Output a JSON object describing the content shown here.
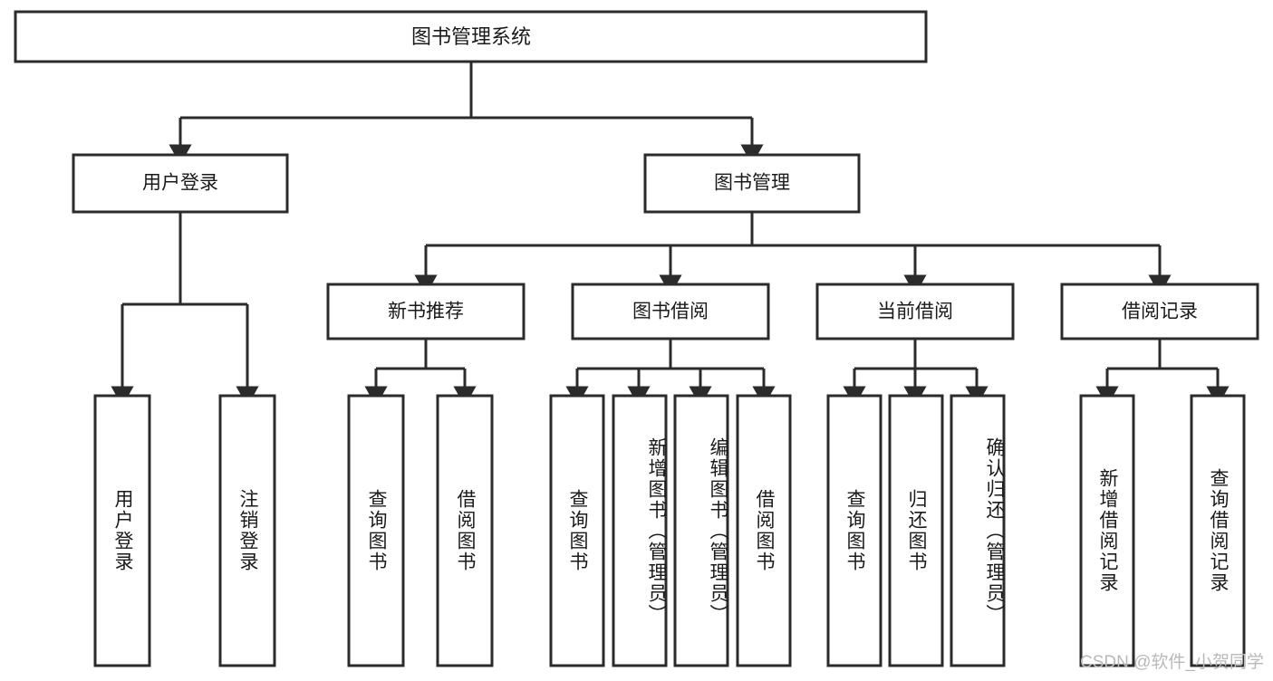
{
  "diagram": {
    "title": "图书管理系统",
    "type": "tree",
    "root": {
      "id": "root",
      "label": "图书管理系统",
      "orientation": "horizontal"
    },
    "level2": [
      {
        "id": "user-login",
        "label": "用户登录",
        "orientation": "horizontal"
      },
      {
        "id": "book-manage",
        "label": "图书管理",
        "orientation": "horizontal"
      }
    ],
    "level3": [
      {
        "id": "new-book-recommend",
        "label": "新书推荐",
        "parent": "book-manage",
        "orientation": "horizontal"
      },
      {
        "id": "book-borrow",
        "label": "图书借阅",
        "parent": "book-manage",
        "orientation": "horizontal"
      },
      {
        "id": "current-borrow",
        "label": "当前借阅",
        "parent": "book-manage",
        "orientation": "horizontal"
      },
      {
        "id": "borrow-record",
        "label": "借阅记录",
        "parent": "book-manage",
        "orientation": "horizontal"
      }
    ],
    "leaves": [
      {
        "id": "leaf-user-login",
        "label": "用户登录",
        "parent": "user-login",
        "orientation": "vertical"
      },
      {
        "id": "leaf-user-logout",
        "label": "注销登录",
        "parent": "user-login",
        "orientation": "vertical"
      },
      {
        "id": "leaf-query-book-1",
        "label": "查询图书",
        "parent": "new-book-recommend",
        "orientation": "vertical"
      },
      {
        "id": "leaf-borrow-book-1",
        "label": "借阅图书",
        "parent": "new-book-recommend",
        "orientation": "vertical"
      },
      {
        "id": "leaf-query-book-2",
        "label": "查询图书",
        "parent": "book-borrow",
        "orientation": "vertical"
      },
      {
        "id": "leaf-add-book",
        "label": "新增图书（管理员）",
        "parent": "book-borrow",
        "orientation": "vertical"
      },
      {
        "id": "leaf-edit-book",
        "label": "编辑图书（管理员）",
        "parent": "book-borrow",
        "orientation": "vertical"
      },
      {
        "id": "leaf-borrow-book-2",
        "label": "借阅图书",
        "parent": "book-borrow",
        "orientation": "vertical"
      },
      {
        "id": "leaf-query-book-3",
        "label": "查询图书",
        "parent": "current-borrow",
        "orientation": "vertical"
      },
      {
        "id": "leaf-return-book",
        "label": "归还图书",
        "parent": "current-borrow",
        "orientation": "vertical"
      },
      {
        "id": "leaf-confirm-return",
        "label": "确认归还（管理员）",
        "parent": "current-borrow",
        "orientation": "vertical"
      },
      {
        "id": "leaf-add-record",
        "label": "新增借阅记录",
        "parent": "borrow-record",
        "orientation": "vertical"
      },
      {
        "id": "leaf-query-record",
        "label": "查询借阅记录",
        "parent": "borrow-record",
        "orientation": "vertical"
      }
    ],
    "colors": {
      "background": "#ffffff",
      "box_fill": "#ffffff",
      "box_stroke": "#2b2b2b",
      "text": "#1a1a1a",
      "watermark": "#b9b9b9"
    }
  },
  "watermark": {
    "text": "CSDN @软件_小贺同学"
  }
}
